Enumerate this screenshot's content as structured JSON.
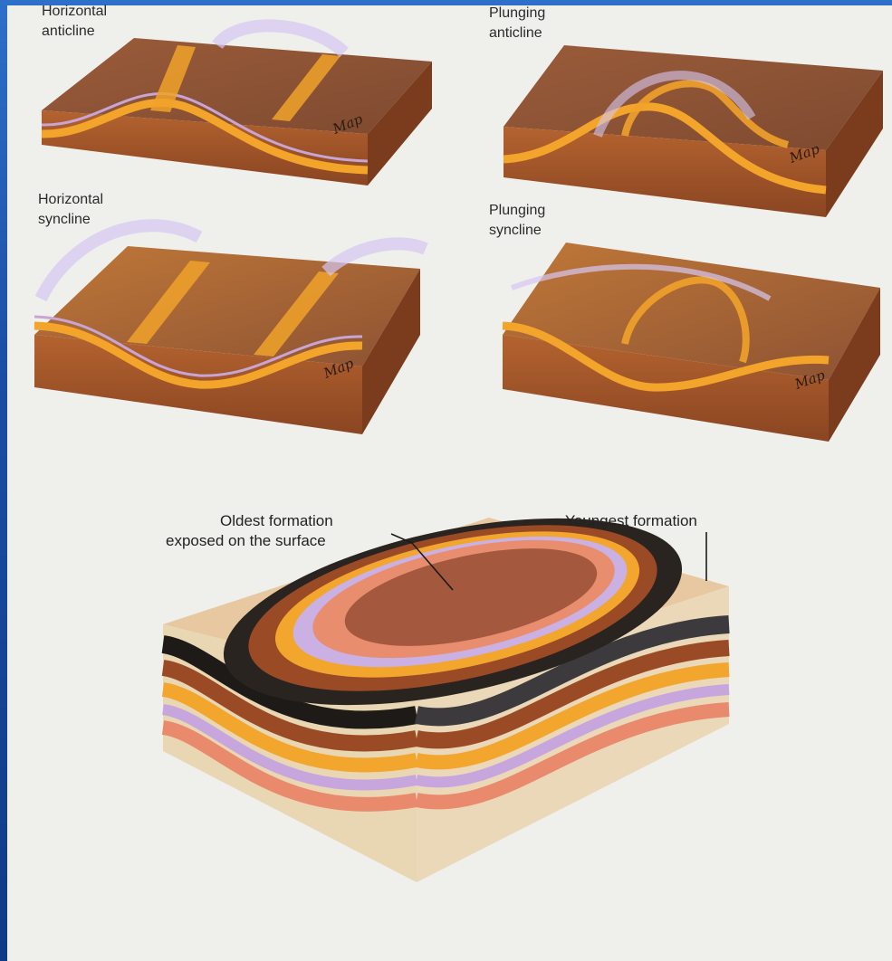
{
  "colors": {
    "background": "#1b55b0",
    "sheet": "#efefec",
    "block_top": "#8e5436",
    "block_side": "#a85a2e",
    "ochre": "#f0a22a",
    "lilac": "#c8b4e8"
  },
  "panels": {
    "horizontal_anticline": {
      "line1": "Horizontal",
      "line2": "anticline",
      "map": "Map"
    },
    "plunging_anticline": {
      "line1": "Plunging",
      "line2": "anticline",
      "map": "Map"
    },
    "horizontal_syncline": {
      "line1": "Horizontal",
      "line2": "syncline",
      "map": "Map"
    },
    "plunging_syncline": {
      "line1": "Plunging",
      "line2": "syncline",
      "map": "Map"
    }
  },
  "bottom_diagram": {
    "oldest_line1": "Oldest formation",
    "oldest_line2": "exposed on the surface",
    "youngest": "Youngest formation"
  }
}
